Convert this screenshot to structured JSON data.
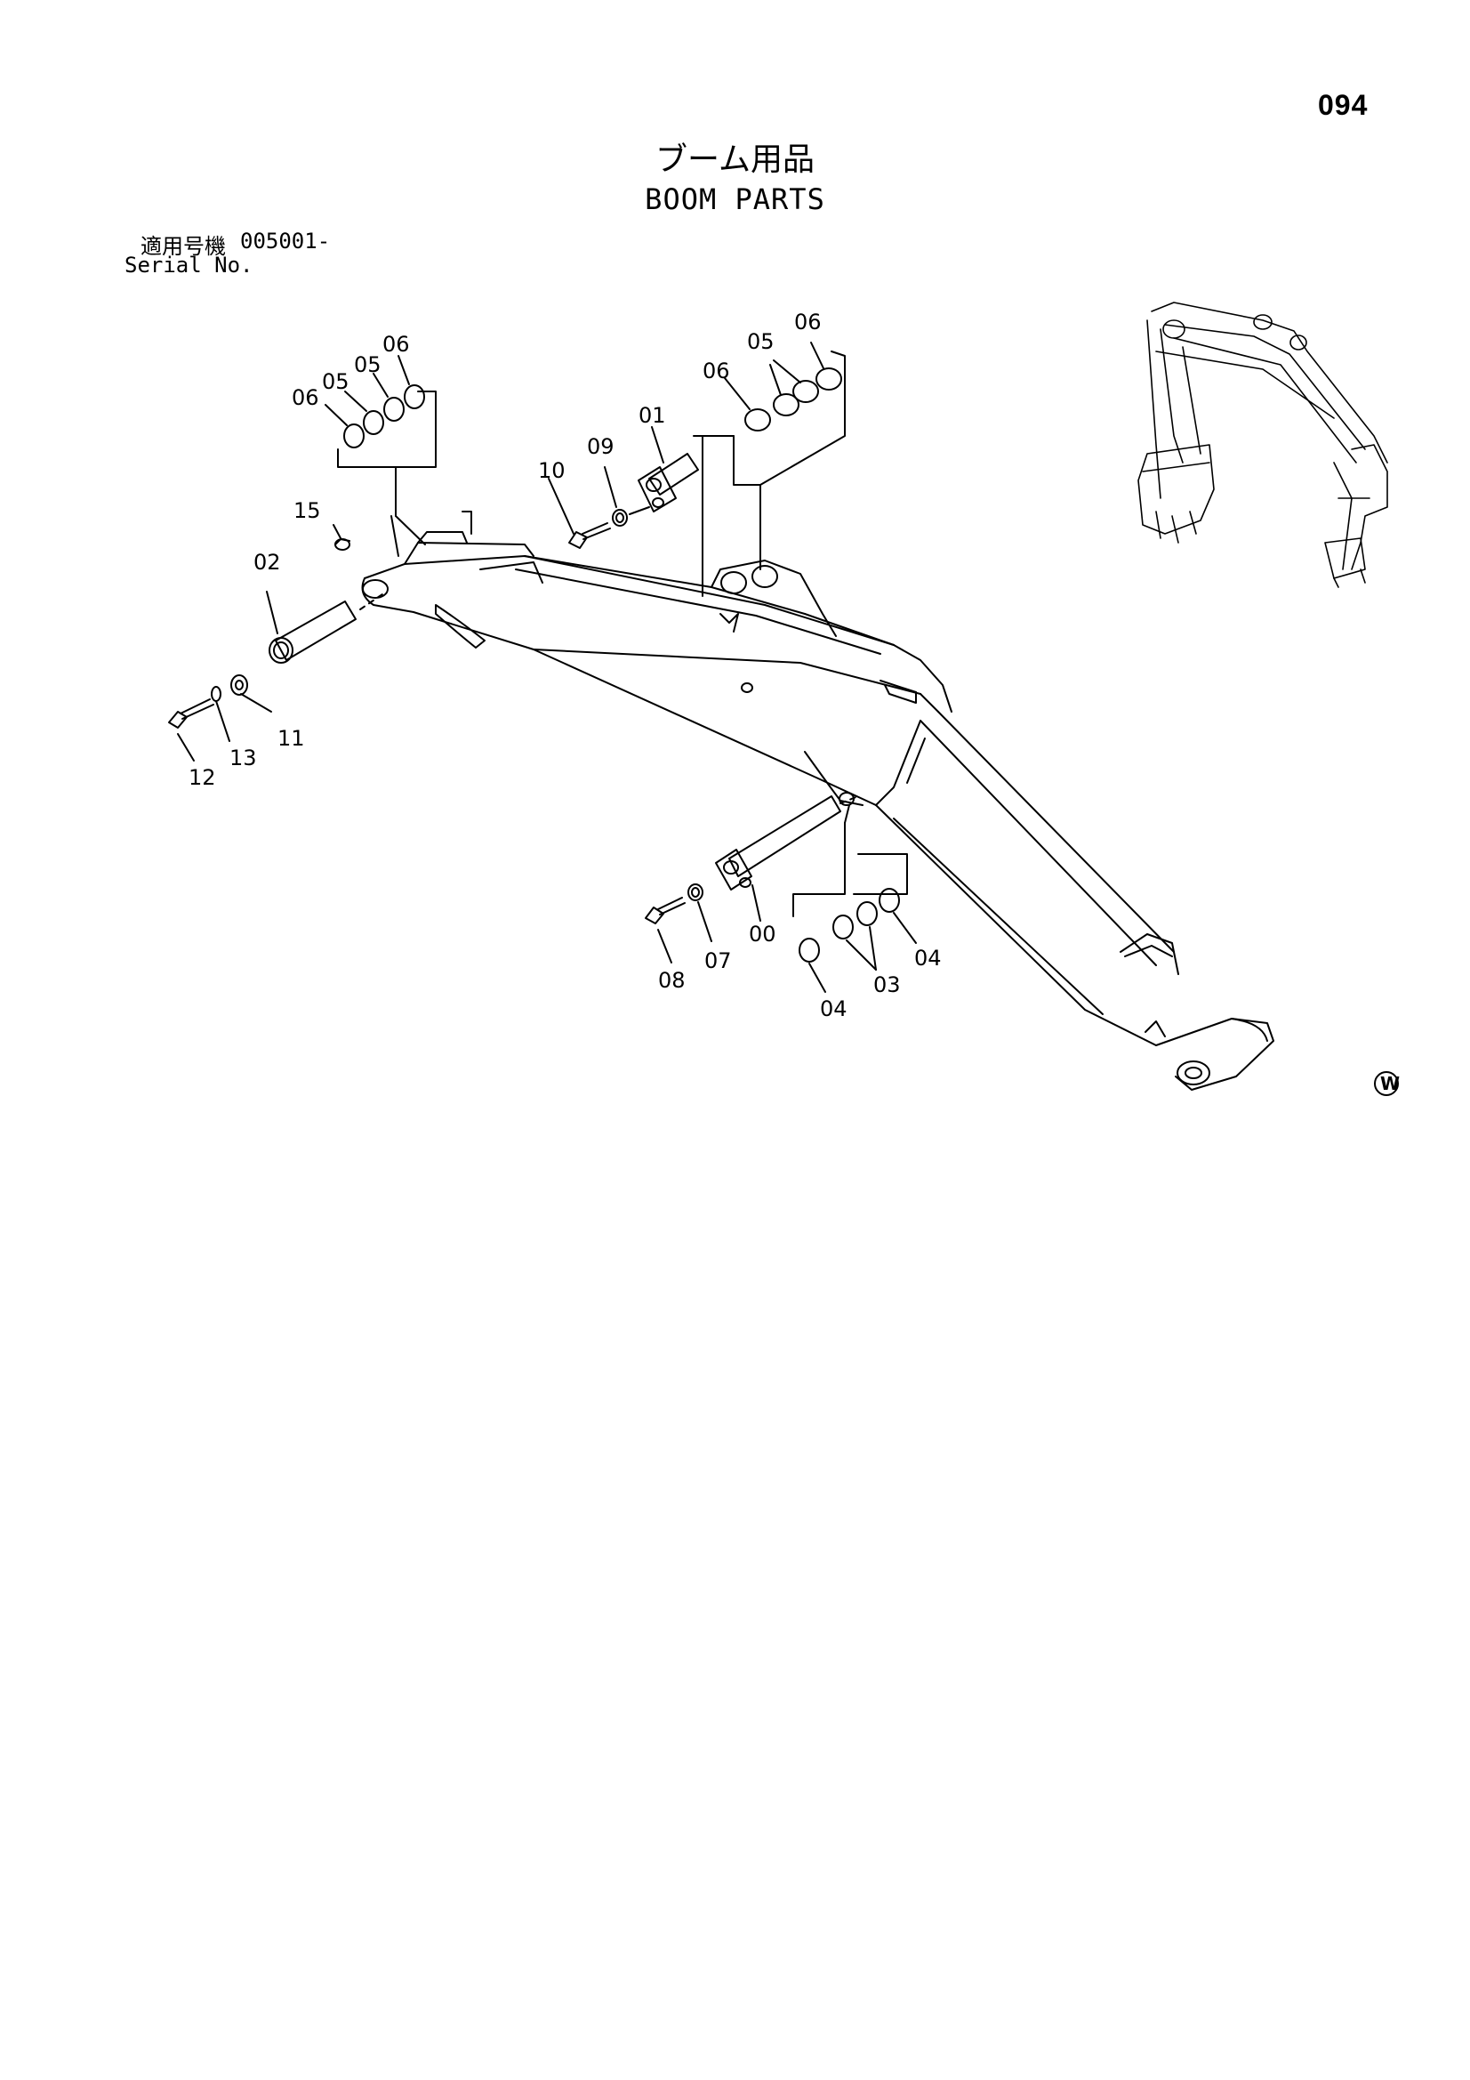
{
  "page": {
    "number": "094",
    "title_ja": "ブーム用品",
    "title_en": "BOOM PARTS",
    "serial_label_ja": "適用号機",
    "serial_label_en": "Serial No.",
    "serial_value": "005001-",
    "watermark": "W"
  },
  "callouts": [
    {
      "id": "c-06-tl",
      "text": "06"
    },
    {
      "id": "c-05-tl",
      "text": "05"
    },
    {
      "id": "c-05b-tl",
      "text": "05"
    },
    {
      "id": "c-06b-tl",
      "text": "06"
    },
    {
      "id": "c-15",
      "text": "15"
    },
    {
      "id": "c-02",
      "text": "02"
    },
    {
      "id": "c-12",
      "text": "12"
    },
    {
      "id": "c-13",
      "text": "13"
    },
    {
      "id": "c-11",
      "text": "11"
    },
    {
      "id": "c-10",
      "text": "10"
    },
    {
      "id": "c-09",
      "text": "09"
    },
    {
      "id": "c-01",
      "text": "01"
    },
    {
      "id": "c-06-tr",
      "text": "06"
    },
    {
      "id": "c-05-tr",
      "text": "05"
    },
    {
      "id": "c-06b-tr",
      "text": "06"
    },
    {
      "id": "c-08",
      "text": "08"
    },
    {
      "id": "c-07",
      "text": "07"
    },
    {
      "id": "c-00",
      "text": "00"
    },
    {
      "id": "c-04-l",
      "text": "04"
    },
    {
      "id": "c-03",
      "text": "03"
    },
    {
      "id": "c-04-r",
      "text": "04"
    }
  ]
}
